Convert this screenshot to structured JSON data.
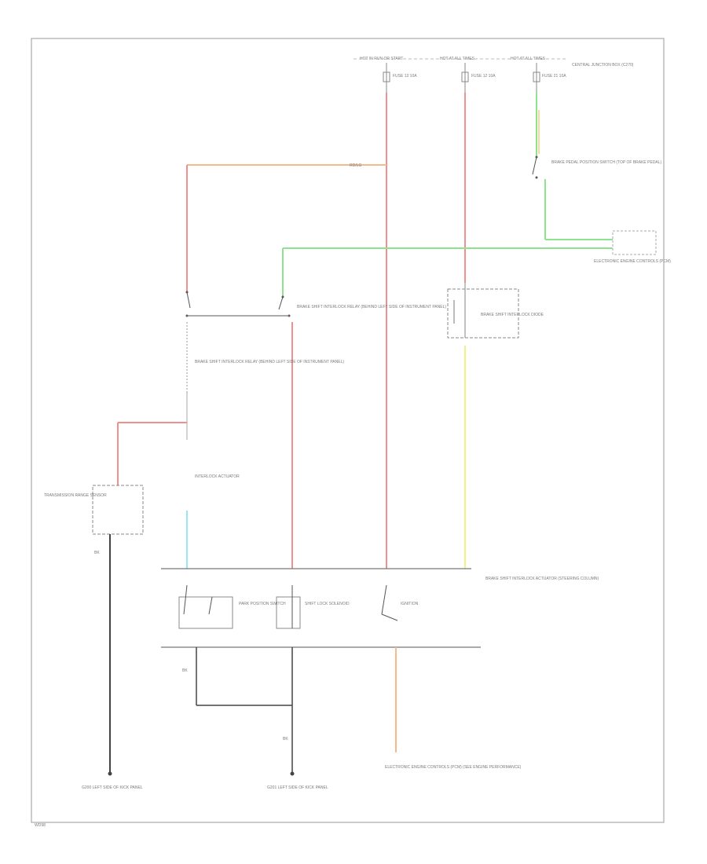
{
  "colors": {
    "red": "#ef8f8f",
    "orange": "#f5b98a",
    "green": "#8fe38f",
    "yellow": "#f2f08a",
    "cyan": "#99e6ef",
    "black": "#444444",
    "frame": "#9a9a9a"
  },
  "labels": {
    "top_bus_1": "HOT IN RUN OR START",
    "top_bus_2": "HOT AT ALL TIMES",
    "top_bus_3": "HOT AT ALL TIMES",
    "fuse_a": "FUSE 13 10A",
    "fuse_b": "FUSE 12 10A",
    "fuse_c": "FUSE 21 10A",
    "fuse_c_note": "CENTRAL JUNCTION BOX (C270)",
    "brake_pedal_switch": "BRAKE PEDAL POSITION SWITCH (TOP OF BRAKE PEDAL)",
    "module_right": "ELECTRONIC ENGINE CONTROLS (PCM)",
    "diode_box": "BRAKE SHIFT INTERLOCK DIODE",
    "relay_a": "BRAKE SHIFT INTERLOCK RELAY (BEHIND LEFT SIDE OF INSTRUMENT PANEL)",
    "relay_b": "BRAKE SHIFT INTERLOCK RELAY (BEHIND LEFT SIDE OF INSTRUMENT PANEL)",
    "solenoid_label": "SHIFT LOCK SOLENOID",
    "interlock_note": "INTERLOCK ACTUATOR",
    "left_sensor": "TRANSMISSION RANGE SENSOR",
    "bottom_box": "BRAKE SHIFT INTERLOCK ACTUATOR (STEERING COLUMN)",
    "park_switch": "PARK POSITION SWITCH",
    "shift_lock_sol": "SHIFT LOCK SOLENOID",
    "ignition_sw": "IGNITION",
    "ground_1": "G200 LEFT SIDE OF KICK PANEL",
    "ground_2": "G201 LEFT SIDE OF KICK PANEL",
    "pcm_bottom": "ELECTRONIC ENGINE CONTROLS (PCM) (SEE ENGINE PERFORMANCE)",
    "wire_rd": "RD/LG",
    "wire_bk": "BK",
    "corner": "WD98"
  }
}
